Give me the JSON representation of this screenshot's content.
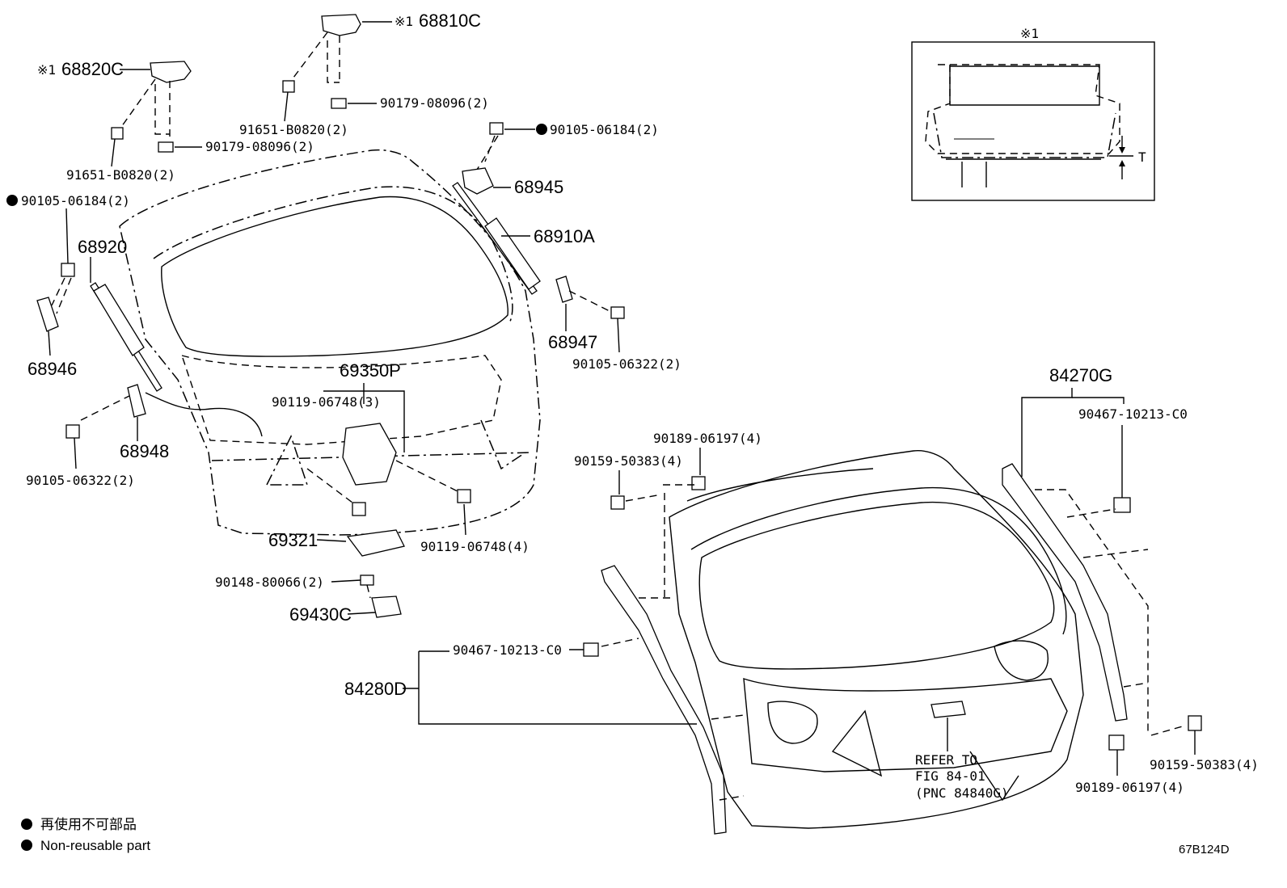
{
  "inset": {
    "marker": "※1",
    "dimension_label": "T"
  },
  "parts": {
    "p68810C": "68810C",
    "p68810C_marker": "※1",
    "p68820C": "68820C",
    "p68820C_marker": "※1",
    "p90179_top": "90179-08096(2)",
    "p91651_top": "91651-B0820(2)",
    "p90179_left": "90179-08096(2)",
    "p91651_left": "91651-B0820(2)",
    "p90105_06184_right": "90105-06184(2)",
    "p90105_06184_left": "90105-06184(2)",
    "p68945": "68945",
    "p68910A": "68910A",
    "p68920": "68920",
    "p68946": "68946",
    "p68947": "68947",
    "p90105_06322_right": "90105-06322(2)",
    "p69350P": "69350P",
    "p90119_06748_3": "90119-06748(3)",
    "p68948": "68948",
    "p90105_06322_left": "90105-06322(2)",
    "p90119_06748_4": "90119-06748(4)",
    "p69321": "69321",
    "p90148": "90148-80066(2)",
    "p69430C": "69430C",
    "p84270G": "84270G",
    "p90467_right": "90467-10213-C0",
    "p90189_top": "90189-06197(4)",
    "p90159_top": "90159-50383(4)",
    "p90467_left": "90467-10213-C0",
    "p84280D": "84280D",
    "refer_line1": "REFER TO",
    "refer_line2": "FIG 84-01",
    "refer_line3": "(PNC 84840G)",
    "p90159_bottom": "90159-50383(4)",
    "p90189_bottom": "90189-06197(4)"
  },
  "legend": {
    "line_ja": "再使用不可部品",
    "line_en": "Non-reusable part"
  },
  "diagram_code": "67B124D"
}
